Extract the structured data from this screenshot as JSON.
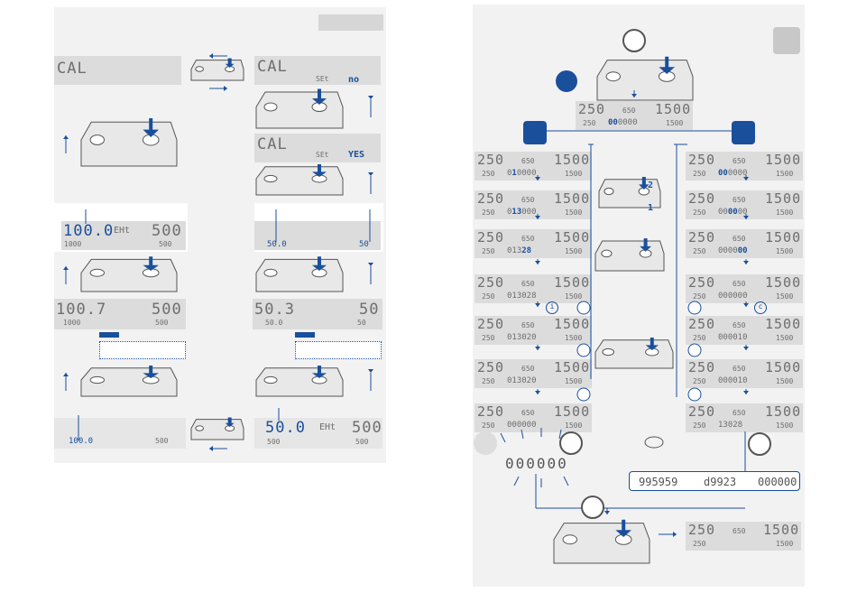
{
  "left": {
    "cal_text": "CAL",
    "set_text": "SEt",
    "no_value": "no",
    "yes_value": "YES",
    "ext_text": "EHt",
    "v_1000": "100.0",
    "v_1007": "100.7",
    "v_500": "500",
    "v_500_small": "500",
    "v_1000_small": "1000",
    "v_503": "50.3",
    "v_50": "50",
    "v_500d": "50.0",
    "v_500_big": "500"
  },
  "right": {
    "t": "250",
    "s": "650",
    "r": "1500",
    "t_small": "250",
    "r_small": "1500",
    "timers": [
      {
        "pre": "",
        "hl": "00",
        "post": "0000"
      },
      {
        "pre": "0",
        "hl": "1",
        "post": "0000"
      },
      {
        "pre": "0",
        "hl": "13",
        "post": "000"
      },
      {
        "pre": "013",
        "hl": "28",
        "post": ""
      },
      {
        "pre": "013028",
        "hl": "",
        "post": ""
      },
      {
        "pre": "013020",
        "hl": "",
        "post": ""
      },
      {
        "pre": "013020",
        "hl": "",
        "post": ""
      },
      {
        "pre": "000000",
        "hl": "",
        "post": ""
      },
      {
        "pre": "",
        "hl": "00",
        "post": "0000"
      },
      {
        "pre": "00",
        "hl": "00",
        "post": "00"
      },
      {
        "pre": "0000",
        "hl": "00",
        "post": ""
      },
      {
        "pre": "000000",
        "hl": "",
        "post": ""
      },
      {
        "pre": "000010",
        "hl": "",
        "post": ""
      },
      {
        "pre": "000010",
        "hl": "",
        "post": ""
      },
      {
        "pre": "13028",
        "hl": "",
        "post": ""
      }
    ],
    "blink": "000000",
    "seq_a": "995959",
    "seq_b": "d9923",
    "seq_c": "000000",
    "num_1": "1",
    "num_2": "2",
    "label_i": "i",
    "label_c": "c"
  },
  "colors": {
    "accent": "#1a4f9c",
    "lcd": "#dcdcdc",
    "panel": "#f2f2f2"
  }
}
